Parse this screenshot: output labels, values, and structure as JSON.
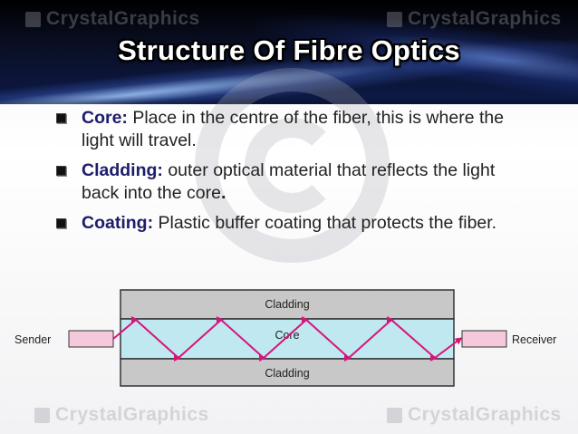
{
  "title": "Structure Of Fibre Optics",
  "watermark": {
    "brand": "CrystalGraphics"
  },
  "bullets": [
    {
      "term": "Core:",
      "text": " Place in the centre of the fiber, this is where the light will travel.",
      "tail": ""
    },
    {
      "term": "Cladding:",
      "text": " outer optical material that reflects the light back into the core",
      "tail": "."
    },
    {
      "term": "Coating:",
      "text": " Plastic buffer coating that protects the fiber.",
      "tail": ""
    }
  ],
  "diagram": {
    "cladding_top": "Cladding",
    "core": "Core",
    "cladding_bottom": "Cladding",
    "sender": "Sender",
    "receiver": "Receiver"
  },
  "colors": {
    "cladding": "#c8c8c8",
    "core": "#bfe8f0",
    "ray": "#d8147c",
    "endpoint": "#f6c8dc",
    "term": "#1d1d6b"
  }
}
